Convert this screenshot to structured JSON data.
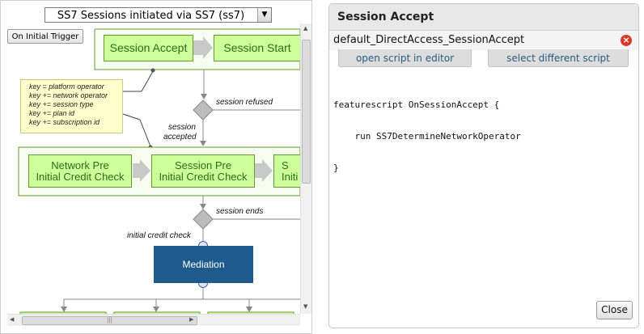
{
  "left": {
    "session_select": "SS7 Sessions initiated via SS7 (ss7)",
    "trigger_button": "On Initial Trigger",
    "note_lines": [
      "key = platform operator",
      "key += network operator",
      "key += session type",
      "key += plan id",
      "key += subscription id"
    ],
    "nodes": {
      "session_accept": "Session Accept",
      "session_start": "Session Start",
      "network_pre_line1": "Network Pre",
      "network_pre_line2": "Initial Credit Check",
      "session_pre_line1": "Session Pre",
      "session_pre_line2": "Initial Credit Check",
      "partial_line1": "S",
      "partial_line2": "Initi",
      "mediation": "Mediation"
    },
    "labels": {
      "session_refused": "session refused",
      "session_accepted_line1": "session",
      "session_accepted_line2": "accepted",
      "session_ends": "session ends",
      "initial_credit_check": "initial credit check"
    },
    "scroll_grip": "|||"
  },
  "right": {
    "title": "Session Accept",
    "subtitle": "default_DirectAccess_SessionAccept",
    "tab_open": "open script in editor",
    "tab_select": "select different script",
    "code_lines": [
      "featurescript OnSessionAccept {",
      "    run SS7DetermineNetworkOperator",
      "}"
    ],
    "close_button": "Close"
  },
  "colors": {
    "node_fill": "#ccff99",
    "node_border": "#669933",
    "mediation_fill": "#1f5a8c",
    "close_icon": "#d9382b"
  }
}
